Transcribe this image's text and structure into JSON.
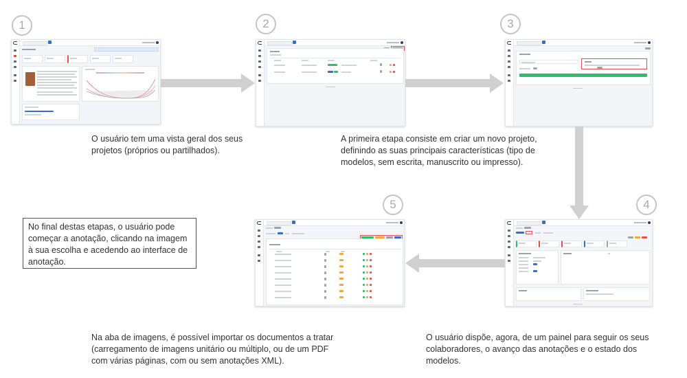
{
  "steps": [
    {
      "number": "1",
      "caption": "O usuário tem uma vista geral dos seus projetos (próprios ou partilhados)."
    },
    {
      "number": "2",
      "caption": "A primeira etapa consiste em criar um novo projeto, definindo as suas principais características (tipo de modelos, sem escrita, manuscrito ou impresso)."
    },
    {
      "number": "3",
      "caption": ""
    },
    {
      "number": "4",
      "caption": "O usuário dispõe, agora, de um painel para seguir os seus colaboradores, o avanço das anotações e o estado dos modelos."
    },
    {
      "number": "5",
      "caption": "Na aba de imagens, é possível importar os documentos a tratar (carregamento de imagens unitário ou múltiplo, ou de um PDF com várias páginas, com ou sem anotações XML)."
    }
  ],
  "final_note": "No final destas etapas, o usuário pode começar a anotação, clicando na imagem à sua escolha e acedendo ao interface de anotação.",
  "colors": {
    "arrow": "#d0d0d0",
    "step_circle": "#c4c4c4",
    "accent_green": "#2dbd6e",
    "accent_blue": "#2f6fd1"
  }
}
